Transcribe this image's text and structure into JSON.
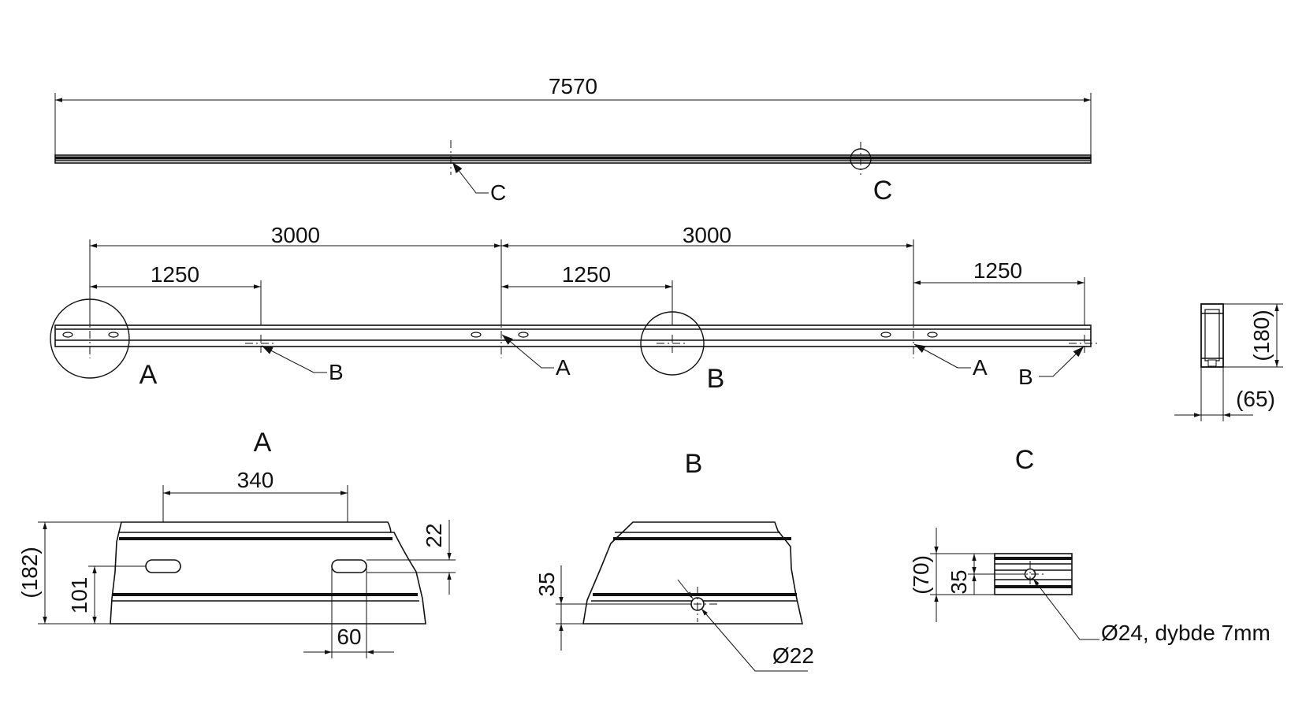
{
  "drawing": {
    "top_view": {
      "overall_length": "7570",
      "detail_c_ref": "C",
      "detail_c_circle_label": "C"
    },
    "side_view": {
      "dim_3000_left": "3000",
      "dim_3000_right": "3000",
      "dim_1250_a": "1250",
      "dim_1250_b": "1250",
      "dim_1250_c": "1250",
      "circle_label_a": "A",
      "circle_label_b": "B",
      "ref_b_1": "B",
      "ref_a_1": "A",
      "ref_a_2": "A",
      "ref_b_2": "B"
    },
    "section": {
      "height": "(180)",
      "width": "(65)"
    },
    "detail_a": {
      "title": "A",
      "slot_spacing": "340",
      "overall_height": "(182)",
      "hole_height": "101",
      "top_offset": "22",
      "slot_length": "60"
    },
    "detail_b": {
      "title": "B",
      "hole_height": "35",
      "hole_diameter": "Ø22"
    },
    "detail_c": {
      "title": "C",
      "overall_height": "(70)",
      "hole_height": "35",
      "bore_note": "Ø24, dybde 7mm"
    }
  }
}
